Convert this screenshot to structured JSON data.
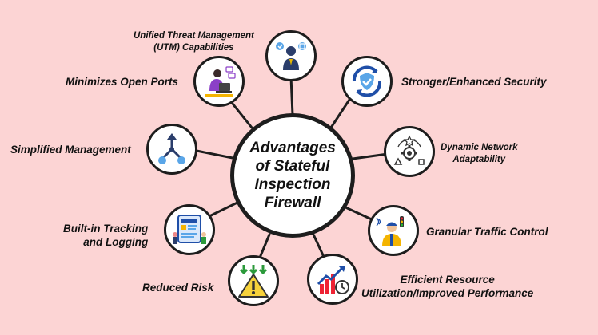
{
  "center": {
    "title_line1": "Advantages",
    "title_line2": "of Stateful",
    "title_line3": "Inspection",
    "title_line4": "Firewall"
  },
  "advantages": [
    {
      "line1": "Unified Threat Management",
      "line2": "(UTM) Capabilities",
      "icon": "security-team-icon"
    },
    {
      "line1": "Stronger/Enhanced Security",
      "icon": "shield-check-icon"
    },
    {
      "line1": "Dynamic Network",
      "line2": "Adaptability",
      "icon": "network-gear-icon"
    },
    {
      "line1": "Granular Traffic Control",
      "icon": "traffic-controller-icon"
    },
    {
      "line1": "Efficient Resource",
      "line2": "Utilization/Improved Performance",
      "icon": "growth-chart-icon"
    },
    {
      "line1": "Reduced Risk",
      "icon": "warning-icon"
    },
    {
      "line1": "Built-in Tracking",
      "line2": "and Logging",
      "icon": "tracking-dashboard-icon"
    },
    {
      "line1": "Simplified Management",
      "icon": "merge-arrows-icon"
    },
    {
      "line1": "Minimizes Open Ports",
      "icon": "person-laptop-icon"
    }
  ]
}
